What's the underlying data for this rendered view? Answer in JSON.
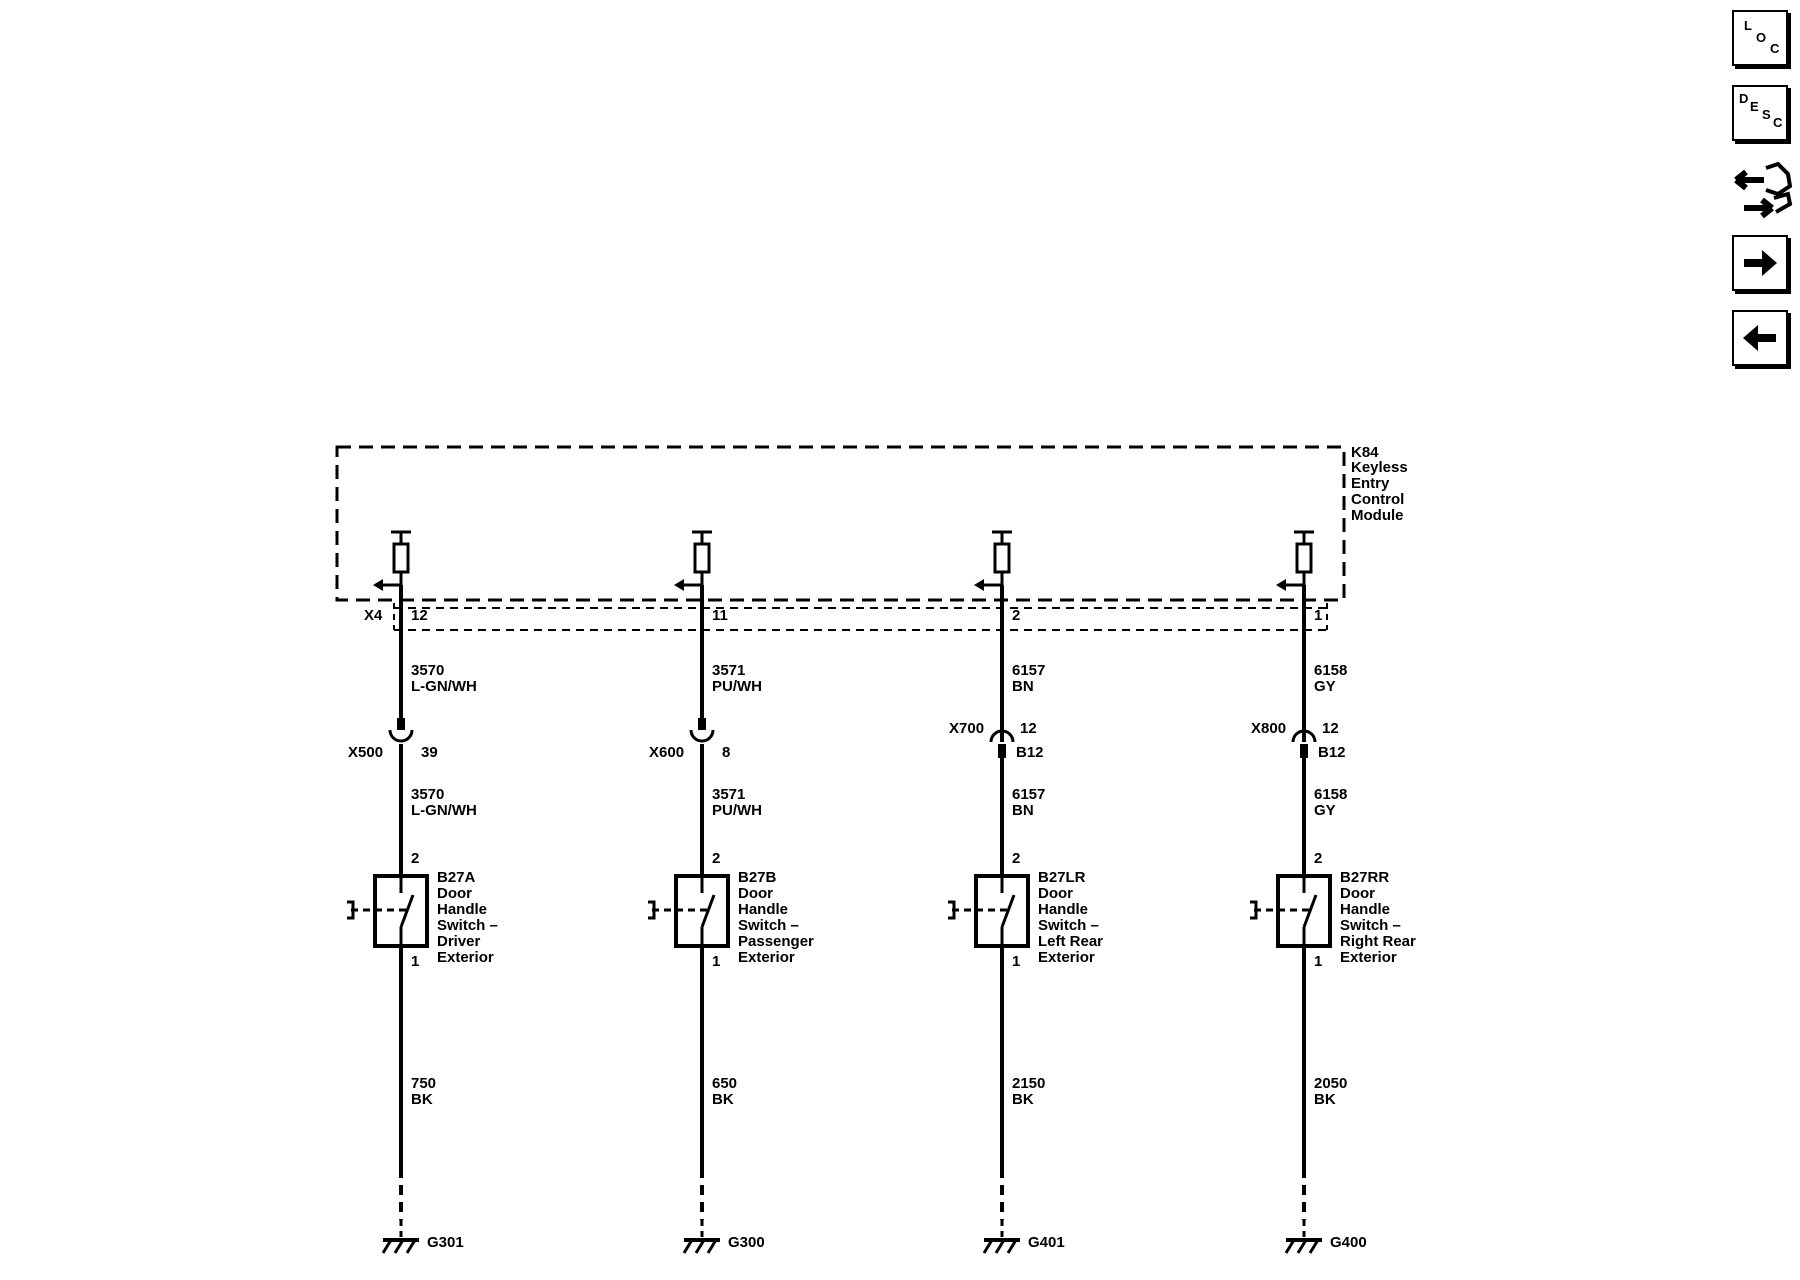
{
  "module": {
    "ref": "K84",
    "name_lines": [
      "Keyless",
      "Entry",
      "Control",
      "Module"
    ],
    "connector": "X4"
  },
  "circuits": [
    {
      "pin": "12",
      "wire_upper": {
        "circuit": "3570",
        "color": "L-GN/WH"
      },
      "inline": {
        "connector": "X500",
        "pin": "39",
        "style": "female"
      },
      "wire_lower": {
        "circuit": "3570",
        "color": "L-GN/WH"
      },
      "switch": {
        "ref": "B27A",
        "desc_lines": [
          "Door",
          "Handle",
          "Switch –",
          "Driver",
          "Exterior"
        ],
        "pin_top": "2",
        "pin_bottom": "1"
      },
      "ground_wire": {
        "circuit": "750",
        "color": "BK"
      },
      "ground": "G301"
    },
    {
      "pin": "11",
      "wire_upper": {
        "circuit": "3571",
        "color": "PU/WH"
      },
      "inline": {
        "connector": "X600",
        "pin": "8",
        "style": "female"
      },
      "wire_lower": {
        "circuit": "3571",
        "color": "PU/WH"
      },
      "switch": {
        "ref": "B27B",
        "desc_lines": [
          "Door",
          "Handle",
          "Switch –",
          "Passenger",
          "Exterior"
        ],
        "pin_top": "2",
        "pin_bottom": "1"
      },
      "ground_wire": {
        "circuit": "650",
        "color": "BK"
      },
      "ground": "G300"
    },
    {
      "pin": "2",
      "wire_upper": {
        "circuit": "6157",
        "color": "BN"
      },
      "inline": {
        "connector": "X700",
        "pin": "12",
        "pin2": "B12",
        "style": "male"
      },
      "wire_lower": {
        "circuit": "6157",
        "color": "BN"
      },
      "switch": {
        "ref": "B27LR",
        "desc_lines": [
          "Door",
          "Handle",
          "Switch –",
          "Left Rear",
          "Exterior"
        ],
        "pin_top": "2",
        "pin_bottom": "1"
      },
      "ground_wire": {
        "circuit": "2150",
        "color": "BK"
      },
      "ground": "G401"
    },
    {
      "pin": "1",
      "wire_upper": {
        "circuit": "6158",
        "color": "GY"
      },
      "inline": {
        "connector": "X800",
        "pin": "12",
        "pin2": "B12",
        "style": "male"
      },
      "wire_lower": {
        "circuit": "6158",
        "color": "GY"
      },
      "switch": {
        "ref": "B27RR",
        "desc_lines": [
          "Door",
          "Handle",
          "Switch –",
          "Right Rear",
          "Exterior"
        ],
        "pin_top": "2",
        "pin_bottom": "1"
      },
      "ground_wire": {
        "circuit": "2050",
        "color": "BK"
      },
      "ground": "G400"
    }
  ],
  "nav_buttons": [
    {
      "name": "location-button",
      "icon": "loc-icon",
      "letters": [
        "L",
        "O",
        "C"
      ]
    },
    {
      "name": "description-button",
      "icon": "desc-icon",
      "letters": [
        "D",
        "E",
        "S",
        "C"
      ]
    },
    {
      "name": "connector-button",
      "icon": "connector-plug-icon"
    },
    {
      "name": "next-button",
      "icon": "arrow-right-icon"
    },
    {
      "name": "previous-button",
      "icon": "arrow-left-icon"
    }
  ]
}
